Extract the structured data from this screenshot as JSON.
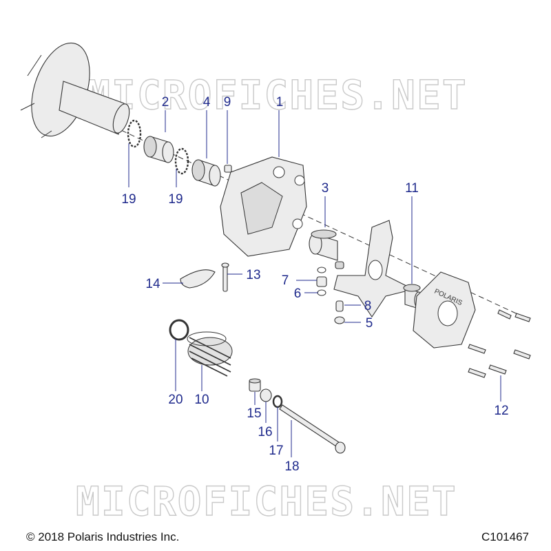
{
  "watermark": "MICROFICHES.NET",
  "footer": {
    "copyright": "© 2018 Polaris Industries Inc.",
    "drawing_id": "C101467"
  },
  "plate_text": "POLARIS",
  "callouts": {
    "c1": "1",
    "c2": "2",
    "c3": "3",
    "c4": "4",
    "c5": "5",
    "c6": "6",
    "c7": "7",
    "c8": "8",
    "c9": "9",
    "c10": "10",
    "c11": "11",
    "c12": "12",
    "c13": "13",
    "c14": "14",
    "c15": "15",
    "c16": "16",
    "c17": "17",
    "c18": "18",
    "c19a": "19",
    "c19b": "19",
    "c20": "20"
  }
}
